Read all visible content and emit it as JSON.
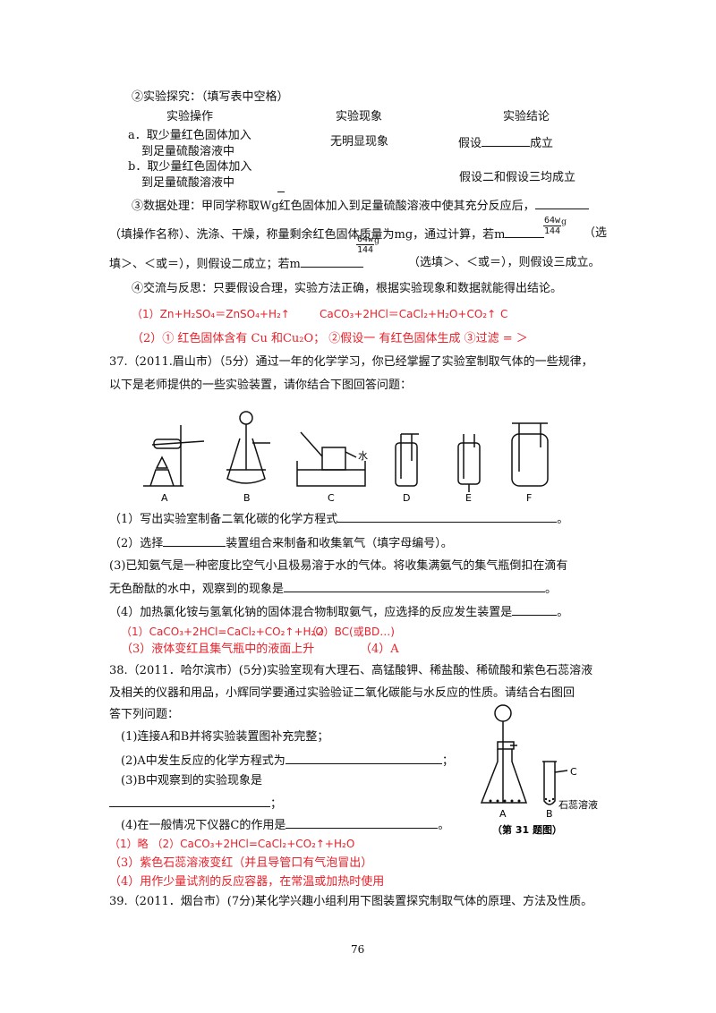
{
  "q36_part2": {
    "heading": "②实验探究：（填写表中空格）",
    "headers": [
      "实验操作",
      "实验现象",
      "实验结论"
    ],
    "row_a_op1": "a．取少量红色固体加入",
    "row_a_op2": "到足量硫酸溶液中",
    "row_a_obs": "无明显现象",
    "row_a_con_pre": "假设",
    "row_a_con_post": "成立",
    "row_b_op1": "b．取少量红色固体加入",
    "row_b_op2": "到足量硫酸溶液中",
    "row_b_con": "假设二和假设三均成立"
  },
  "q36_part3": {
    "line1": "③数据处理：甲同学称取Wg红色固体加入到足量硫酸溶液中使其充分反应后，",
    "line2_a": "（填操作名称）、洗涤、干燥，称量剩余红色固体质量为mg，通过计算，若m",
    "frac_num": "64w",
    "frac_den": "144",
    "g_unit": "g",
    "line2_b": "（选",
    "line3_a": "填＞、＜或＝），则假设二成立；若m",
    "line3_b": "（选填＞、＜或＝），则假设三成立。"
  },
  "q36_part4": "④交流与反思：只要假设合理，实验方法正确，根据实验现象和数据就能得出结论。",
  "q36_answers": {
    "a1_1": "（1）Zn+H₂SO₄＝ZnSO₄+H₂↑",
    "a1_2": "CaCO₃+2HCl＝CaCl₂+H₂O+CO₂↑",
    "a1_3": "C",
    "a2": "（2）①  红色固体含有 Cu 和Cu₂O；  ②假设一   有红色固体生成   ③过滤   =   ＞"
  },
  "q37": {
    "line1": "37.（2011.眉山市）（5分）通过一年的化学学习，你已经掌握了实验室制取气体的一些规律，",
    "line2": "以下是老师提供的一些实验装置，请你结合下图回答问题：",
    "labels": [
      "A",
      "B",
      "C",
      "D",
      "E",
      "F"
    ],
    "water_label": "水",
    "q1": "（1）写出实验室制备二氧化碳的化学方程式",
    "q1_end": "。",
    "q2_a": "（2）选择",
    "q2_b": "装置组合来制备和收集氧气（填字母编号）。",
    "q3_1": "(3)已知氨气是一种密度比空气小且极易溶于水的气体。将收集满氨气的集气瓶倒扣在滴有",
    "q3_2": "无色酚酞的水中，观察到的现象是",
    "q3_end": "。",
    "q4": "（4）加热氯化铵与氢氧化钠的固体混合物制取氨气，应选择的反应发生装置是",
    "q4_end": "。",
    "ans1": "（1）CaCO₃+2HCl=CaCl₂+CO₂↑+H₂O",
    "ans2": "（2）BC(或BD…)",
    "ans3": "（3）液体变红且集气瓶中的液面上升",
    "ans4": "（4）A"
  },
  "q38": {
    "line1": "38.（2011．哈尔滨市）(5分)实验室现有大理石、高锰酸钾、稀盐酸、稀硫酸和紫色石蕊溶液",
    "line2": "及相关的仪器和用品，小辉同学要通过实验验证二氧化碳能与水反应的性质。请结合右图回",
    "line3": "答下列问题：",
    "q1": "(1)连接A和B并将实验装置图补充完整；",
    "q2": "(2)A中发生反应的化学方程式为",
    "q2_end": "；",
    "q3": "(3)B中观察到的实验现象是",
    "q3_end": "；",
    "q4": "(4)在一般情况下仪器C的作用是",
    "q4_end": "。",
    "fig_labels": [
      "A",
      "B",
      "C"
    ],
    "fig_solution": "石蕊溶液",
    "fig_caption": "（第 31 题图）",
    "ans1": "（1）略  （2）CaCO₃+2HCl=CaCl₂+CO₂↑+H₂O",
    "ans3": "（3）紫色石蕊溶液变红（并且导管口有气泡冒出）",
    "ans4": "（4）用作少量试剂的反应容器，在常温或加热时使用"
  },
  "q39": "39.（2011．烟台市）(7分)某化学兴趣小组利用下图装置探究制取气体的原理、方法及性质。",
  "page_number": "76"
}
